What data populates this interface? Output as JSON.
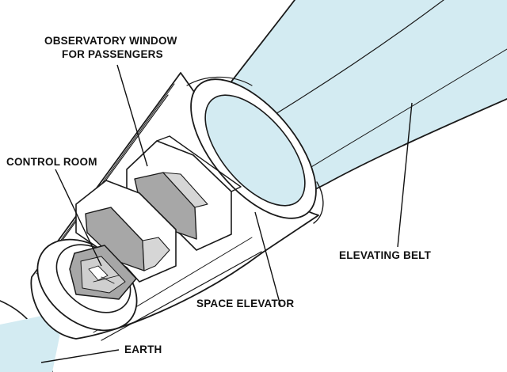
{
  "labels": {
    "window_line1": "OBSERVATORY WINDOW",
    "window_line2": "FOR PASSENGERS",
    "control_room": "CONTROL ROOM",
    "elevating_belt": "ELEVATING BELT",
    "space_elevator": "SPACE ELEVATOR",
    "earth": "EARTH"
  },
  "colors": {
    "belt_fill": "#d3ebf2",
    "window_glass": "#a7a7a7",
    "window_glass_light": "#d6d6d6",
    "outline": "#1a1a1a",
    "background": "#ffffff"
  }
}
